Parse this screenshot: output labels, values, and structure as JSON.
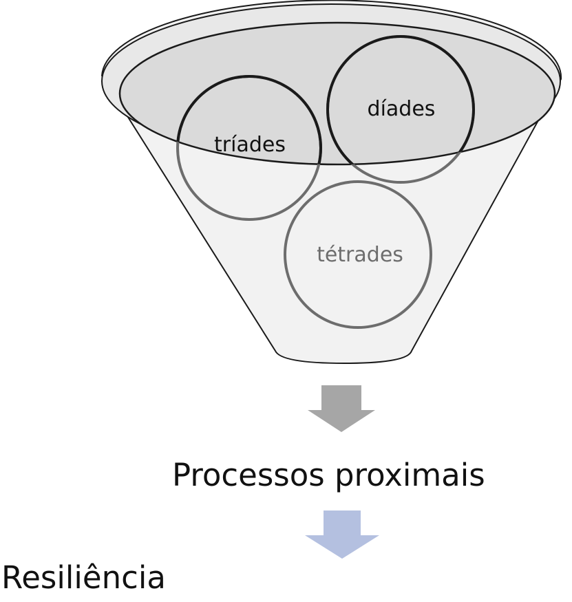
{
  "funnel": {
    "circles": [
      {
        "label": "tríades"
      },
      {
        "label": "díades"
      },
      {
        "label": "tétrades"
      }
    ]
  },
  "process_label": "Processos proximais",
  "result_label": "Resiliência",
  "colors": {
    "funnel_fill": "#f2f2f2",
    "funnel_rim_fill": "#dadada",
    "outline": "#1a1a1a",
    "circle_behind_stroke": "#6d6d6d",
    "text_behind": "#6d6d6d",
    "arrow_grey": "#a6a6a6",
    "arrow_blue": "#b4c0e0"
  }
}
